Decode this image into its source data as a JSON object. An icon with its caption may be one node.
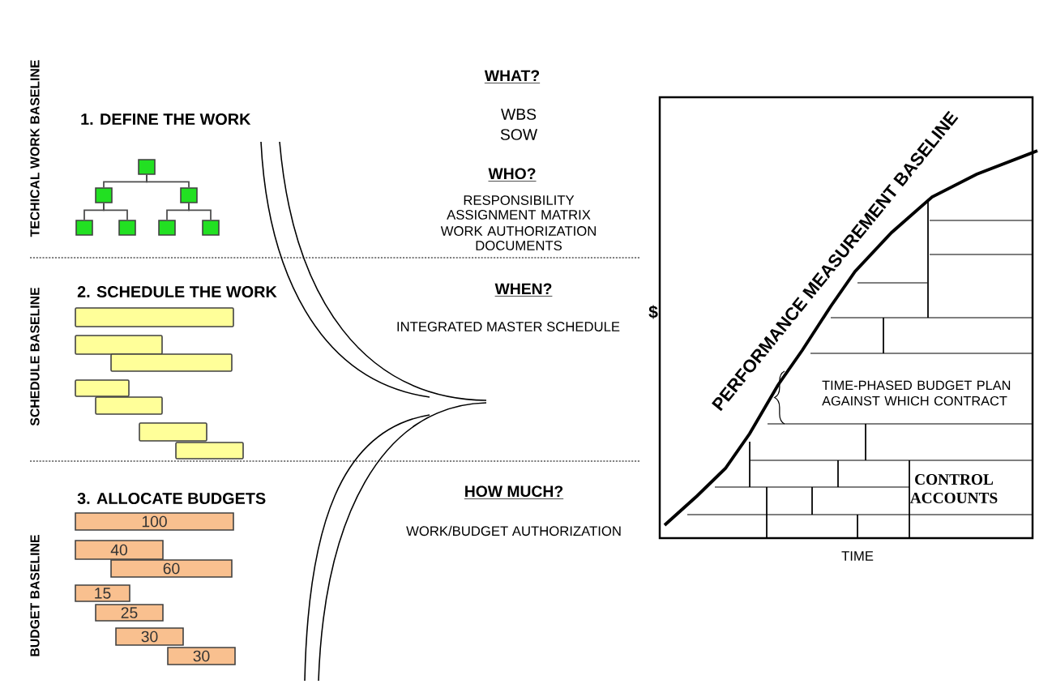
{
  "diagram": {
    "nodes": [
      {
        "text": [],
        "shape": "box"
      },
      {
        "text": [],
        "shape": "box"
      },
      {
        "text": [],
        "shape": "box"
      },
      {
        "text": [],
        "shape": "box"
      },
      {
        "text": [],
        "shape": "box"
      },
      {
        "text": [],
        "shape": "box"
      },
      {
        "text": [],
        "shape": "box"
      },
      {
        "text": [],
        "shape": "bar"
      },
      {
        "text": [],
        "shape": "bar"
      },
      {
        "text": [],
        "shape": "bar"
      },
      {
        "text": [],
        "shape": "bar"
      },
      {
        "text": [],
        "shape": "bar"
      },
      {
        "text": [],
        "shape": "bar"
      },
      {
        "text": [],
        "shape": "bar"
      },
      {
        "text": [
          "100"
        ]
      },
      {
        "text": [
          "40"
        ]
      },
      {
        "text": [
          "60"
        ]
      },
      {
        "text": [
          "15"
        ]
      },
      {
        "text": [
          "25"
        ]
      },
      {
        "text": [
          "30"
        ]
      },
      {
        "text": [
          "30"
        ]
      }
    ],
    "edges": [
      {
        "from": 0,
        "to": 1,
        "arrow": "none"
      },
      {
        "from": 0,
        "to": 2,
        "arrow": "none"
      },
      {
        "from": 1,
        "to": 3,
        "arrow": "none"
      },
      {
        "from": 1,
        "to": 4,
        "arrow": "none"
      },
      {
        "from": 2,
        "to": 5,
        "arrow": "none"
      },
      {
        "from": 2,
        "to": 6,
        "arrow": "none"
      }
    ],
    "labels": [
      "TECHICAL WORK BASELINE",
      "1. DEFINE THE WORK",
      "WHAT?",
      "WBS",
      "SOW",
      "WHO?",
      "RESPONSIBILITY ASSIGNMENT MATRIX",
      "WORK AUTHORIZATION DOCUMENTS",
      "PERFORMANCE MEASUREMENT BASELINE",
      "$",
      "SCHEDULE BASELINE",
      "2. SCHEDULE THE WORK",
      "WHEN?",
      "INTEGRATED MASTER SCHEDULE",
      "TIME-PHASED BUDGET PLAN AGAINST WHICH CONTRACT",
      "CONTROL ACCOUNTS",
      "3. ALLOCATE BUDGETS",
      "HOW MUCH?",
      "WORK/BUDGET AUTHORIZATION",
      "BUDGET BASELINE",
      "TIME"
    ]
  }
}
